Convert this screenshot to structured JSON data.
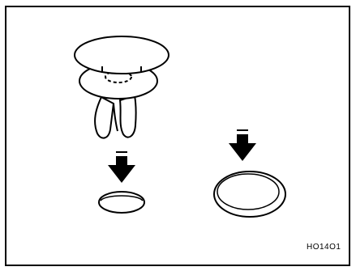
{
  "diagram": {
    "reference_code": "HO14O1",
    "parts": [
      "clip-head",
      "clip-base-flange",
      "clip-legs",
      "mounting-hole-small",
      "mounting-hole-large"
    ],
    "arrows": [
      "down-arrow-left",
      "down-arrow-right"
    ],
    "colors": {
      "line": "#000000",
      "background": "#ffffff"
    }
  }
}
